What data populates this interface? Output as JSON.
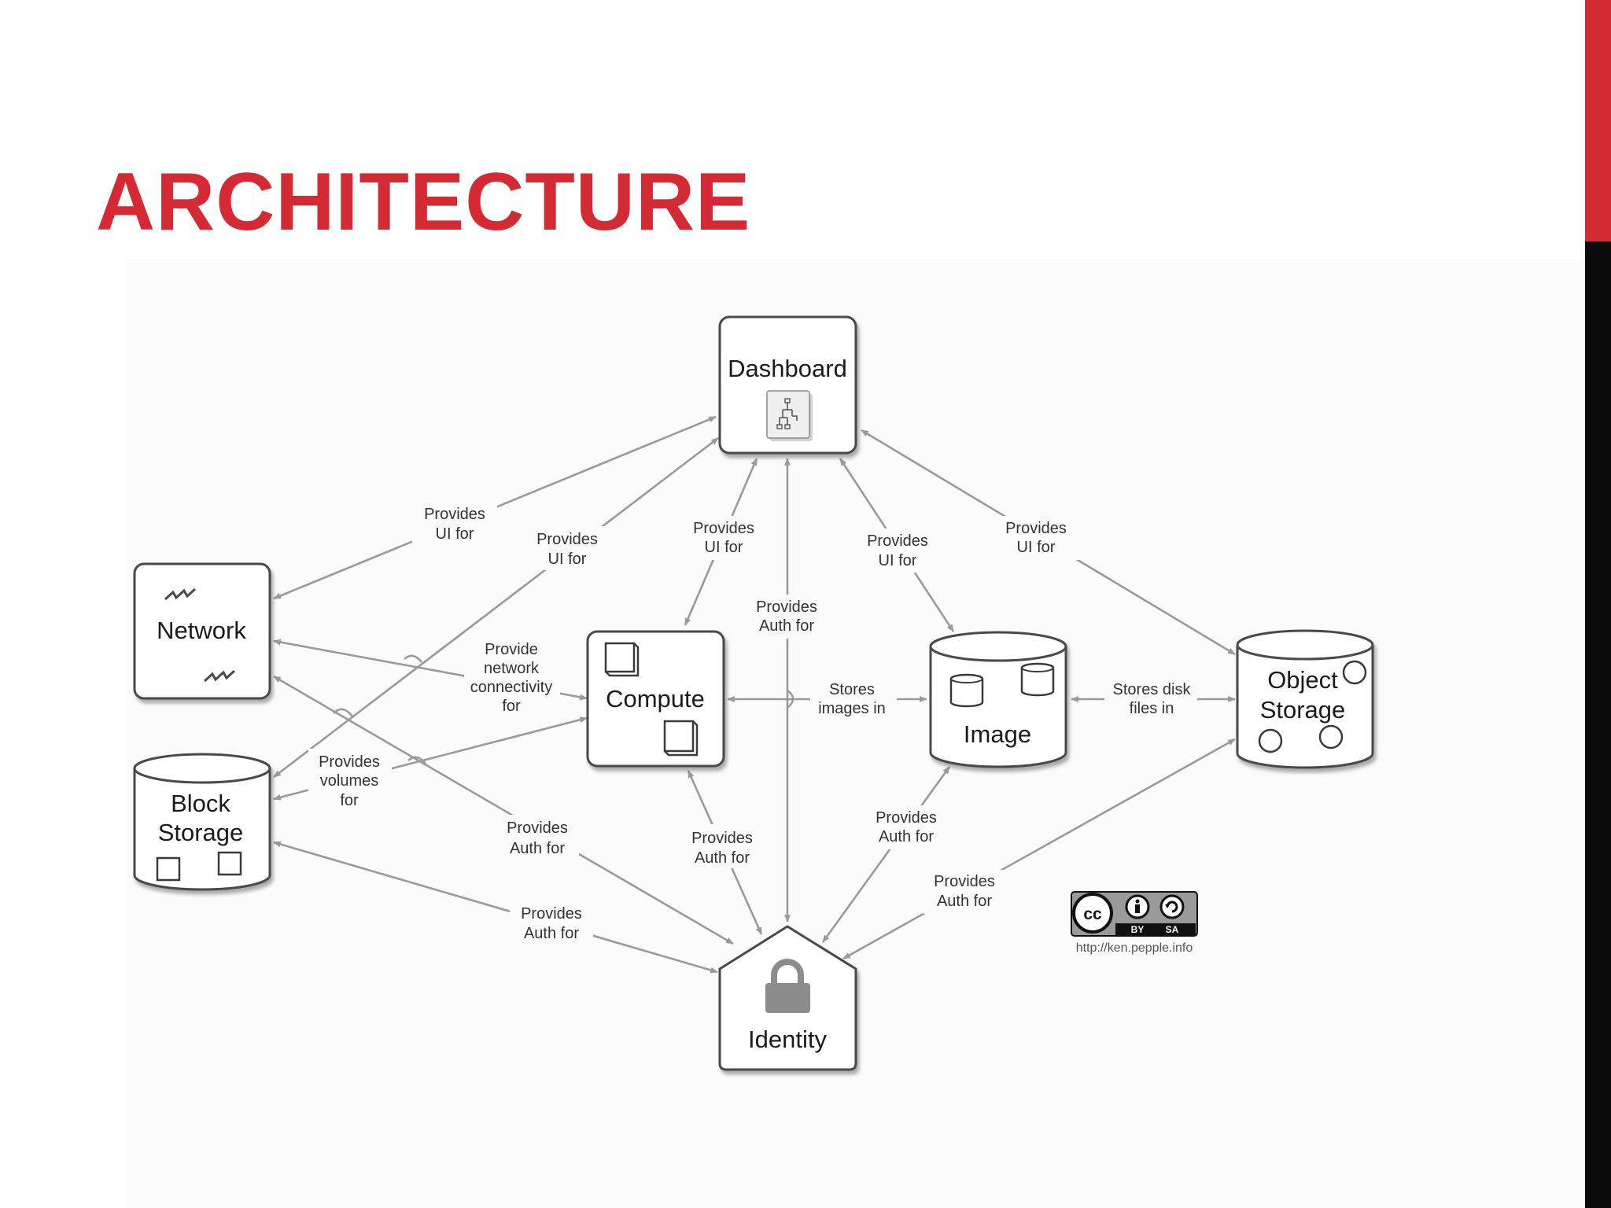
{
  "slide": {
    "title": "ARCHITECTURE",
    "colors": {
      "title": "#d42a34",
      "accent_red": "#d42a34",
      "accent_black": "#0b0b0b"
    }
  },
  "nodes": {
    "dashboard": "Dashboard",
    "network": "Network",
    "compute": "Compute",
    "image": "Image",
    "object_storage": [
      "Object",
      "Storage"
    ],
    "block_storage": [
      "Block",
      "Storage"
    ],
    "identity": "Identity"
  },
  "edge_labels": {
    "dash_network": [
      "Provides",
      "UI for"
    ],
    "dash_block": [
      "Provides",
      "UI for"
    ],
    "dash_compute": [
      "Provides",
      "UI for"
    ],
    "identity_dash": [
      "Provides",
      "Auth for"
    ],
    "dash_image": [
      "Provides",
      "UI for"
    ],
    "dash_object": [
      "Provides",
      "UI for"
    ],
    "network_compute": [
      "Provide",
      "network",
      "connectivity",
      "for"
    ],
    "compute_image": [
      "Stores",
      "images in"
    ],
    "image_object": [
      "Stores disk",
      "files in"
    ],
    "block_compute": [
      "Provides",
      "volumes",
      "for"
    ],
    "identity_network": [
      "Provides",
      "Auth for"
    ],
    "identity_compute": [
      "Provides",
      "Auth for"
    ],
    "identity_image": [
      "Provides",
      "Auth for"
    ],
    "identity_block": [
      "Provides",
      "Auth for"
    ],
    "identity_object": [
      "Provides",
      "Auth for"
    ]
  },
  "license": {
    "badge": "cc",
    "badge_terms": [
      "BY",
      "SA"
    ],
    "icons": [
      "creative-commons-icon",
      "attribution-icon",
      "share-alike-icon"
    ],
    "credit_url": "http://ken.pepple.info"
  }
}
